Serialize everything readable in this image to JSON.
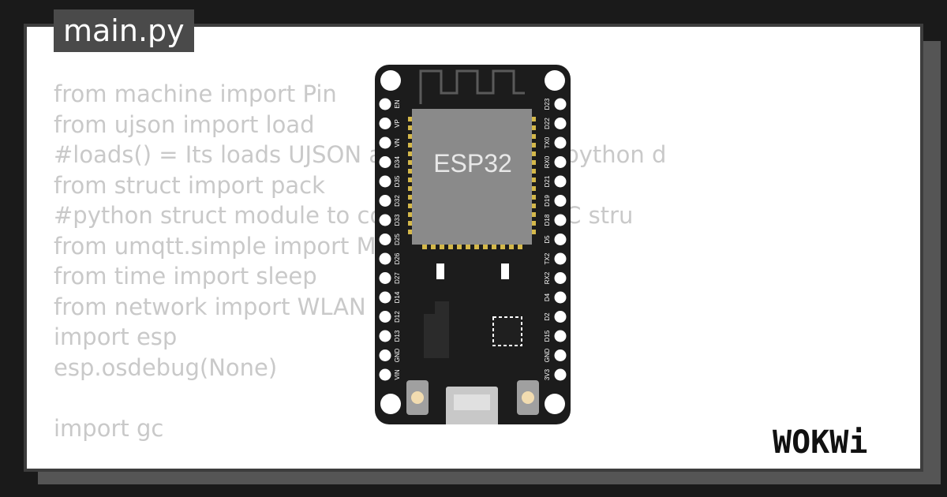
{
  "file": {
    "name": "main.py"
  },
  "code": {
    "lines": [
      "from machine import Pin",
      "from ujson import load",
      "#loads() = Its loads UJSON and convert into python d",
      "from struct import pack",
      "#python struct module to convert structs in C stru",
      "from umqtt.simple import MQTTClient",
      "from time import sleep",
      "from network import WLAN",
      "import esp",
      "esp.osdebug(None)",
      "",
      "import gc"
    ]
  },
  "board": {
    "chip_label": "ESP32",
    "left_pins": [
      "EN",
      "VP",
      "VN",
      "D34",
      "D35",
      "D32",
      "D33",
      "D25",
      "D26",
      "D27",
      "D14",
      "D12",
      "D13",
      "GND",
      "VIN"
    ],
    "right_pins": [
      "D23",
      "D22",
      "TX0",
      "RX0",
      "D21",
      "D19",
      "D18",
      "D5",
      "TX2",
      "RX2",
      "D4",
      "D2",
      "D15",
      "GND",
      "3V3"
    ]
  },
  "logo": {
    "text": "WOKWi"
  },
  "colors": {
    "background": "#1a1a1a",
    "card": "#ffffff",
    "code_text": "#c9c9c9",
    "board": "#1c1c1c",
    "chip": "#8a8a8a",
    "pad": "#d4b84a"
  }
}
